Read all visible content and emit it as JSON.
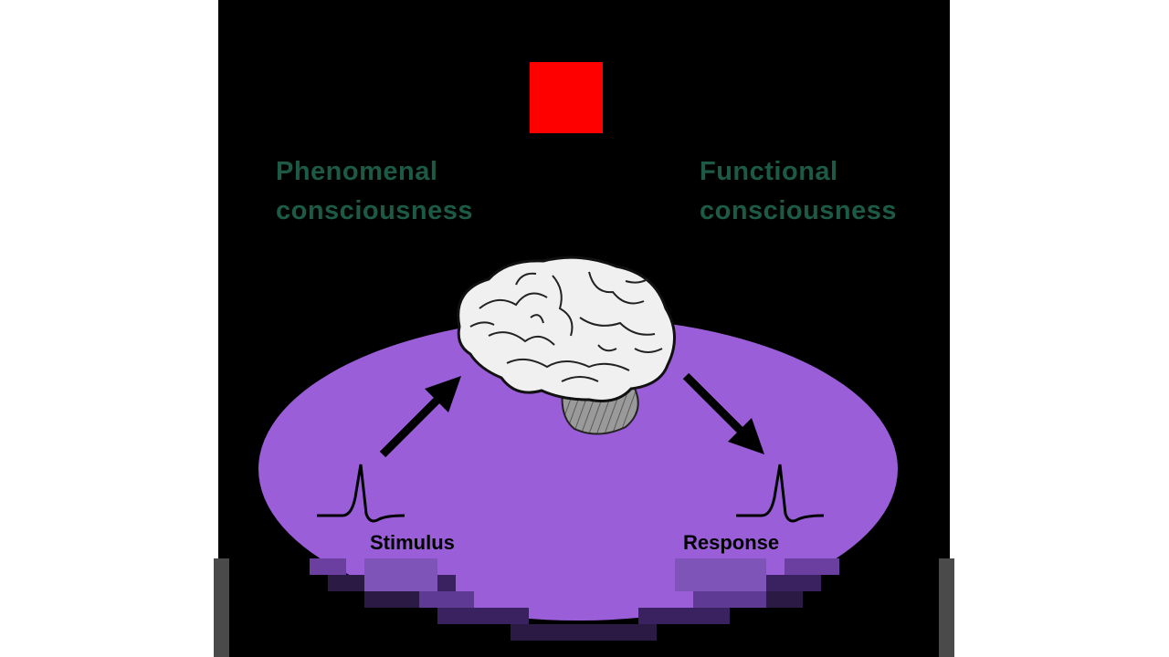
{
  "labels": {
    "phenomenal": [
      "Phenomenal",
      "consciousness"
    ],
    "functional": [
      "Functional",
      "consciousness"
    ],
    "stimulus": "Stimulus",
    "response": "Response"
  },
  "icons": {
    "brain": "brain-illustration",
    "stimulus_wave": "spike-waveform-icon",
    "response_wave": "spike-waveform-icon"
  },
  "colors": {
    "background": "#000000",
    "page": "#ffffff",
    "ellipse": "#9a5fd8",
    "square": "#ff0000",
    "label": "#1d5a45",
    "arrow": "#000000"
  }
}
